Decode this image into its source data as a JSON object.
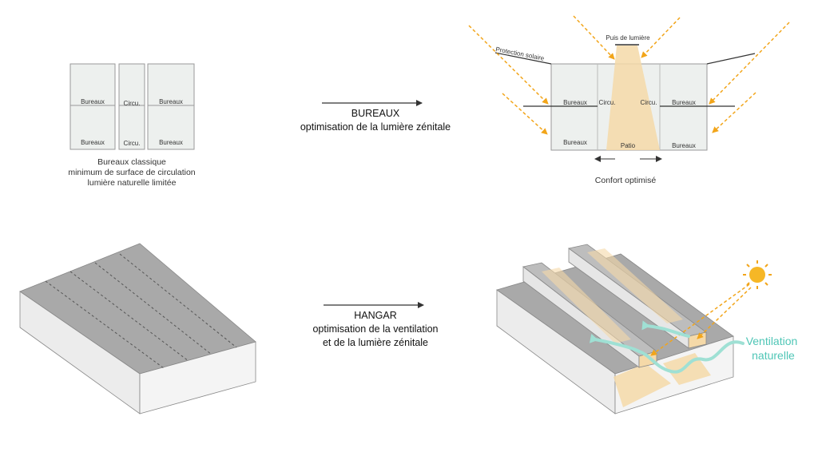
{
  "top_left": {
    "rooms": {
      "bureaux_tl": "Bureaux",
      "circu_t": "Circu.",
      "bureaux_tr": "Bureaux",
      "bureaux_bl": "Bureaux",
      "circu_b": "Circu.",
      "bureaux_br": "Bureaux"
    },
    "caption": [
      "Bureaux classique",
      "minimum de surface de circulation",
      "lumière naturelle limitée"
    ]
  },
  "top_arrow": {
    "title": "BUREAUX",
    "subtitle": "optimisation de la lumière zénitale"
  },
  "top_right": {
    "puits": "Puis de lumière",
    "protection": "Protection solaire",
    "bureaux_tl": "Bureaux",
    "circu_l": "Circu.",
    "circu_r": "Circu.",
    "bureaux_tr": "Bureaux",
    "bureaux_bl": "Bureaux",
    "patio": "Patio",
    "bureaux_br": "Bureaux",
    "caption": "Confort optimisé"
  },
  "bottom_arrow": {
    "title": "HANGAR",
    "line1": "optimisation de la ventilation",
    "line2": "et de la lumière zénitale"
  },
  "bottom_right": {
    "ventilation_1": "Ventilation",
    "ventilation_2": "naturelle"
  },
  "colors": {
    "light_beam": "#f5d9a8",
    "sun_ray": "#f2a51a",
    "ventilation": "#9fe0d4",
    "box_face": "#ececec",
    "roof": "#a9a9a9"
  }
}
